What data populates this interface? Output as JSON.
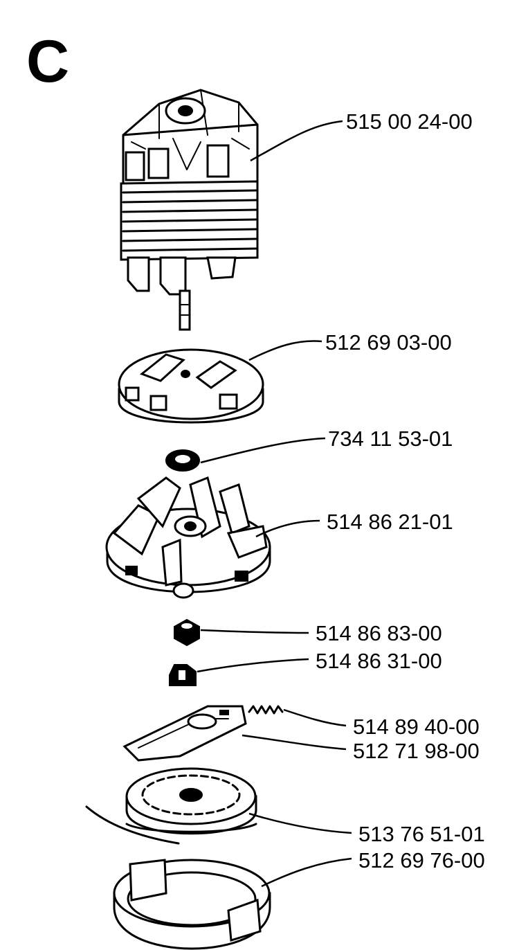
{
  "section_letter": "C",
  "parts": [
    {
      "id": "motor",
      "number": "515 00 24-00"
    },
    {
      "id": "motor-cover",
      "number": "512 69 03-00"
    },
    {
      "id": "washer",
      "number": "734 11 53-01"
    },
    {
      "id": "fan",
      "number": "514 86 21-01"
    },
    {
      "id": "nut",
      "number": "514 86 83-00"
    },
    {
      "id": "hub",
      "number": "514 86 31-00"
    },
    {
      "id": "spring",
      "number": "514 89 40-00"
    },
    {
      "id": "lever",
      "number": "512 71 98-00"
    },
    {
      "id": "spool",
      "number": "513 76 51-01"
    },
    {
      "id": "spool-cover",
      "number": "512 69 76-00"
    }
  ]
}
